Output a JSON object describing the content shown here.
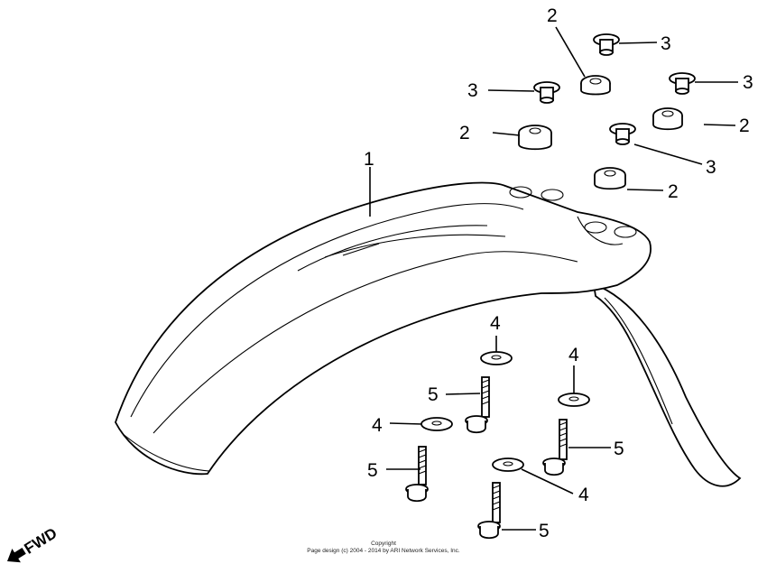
{
  "callouts": {
    "fender": "1",
    "grommet": "2",
    "collar": "3",
    "washer": "4",
    "bolt": "5"
  },
  "direction_label": "FWD",
  "copyright": {
    "line1": "Copyright",
    "line2": "Page design (c) 2004 - 2014 by ARI Network Services, Inc."
  }
}
